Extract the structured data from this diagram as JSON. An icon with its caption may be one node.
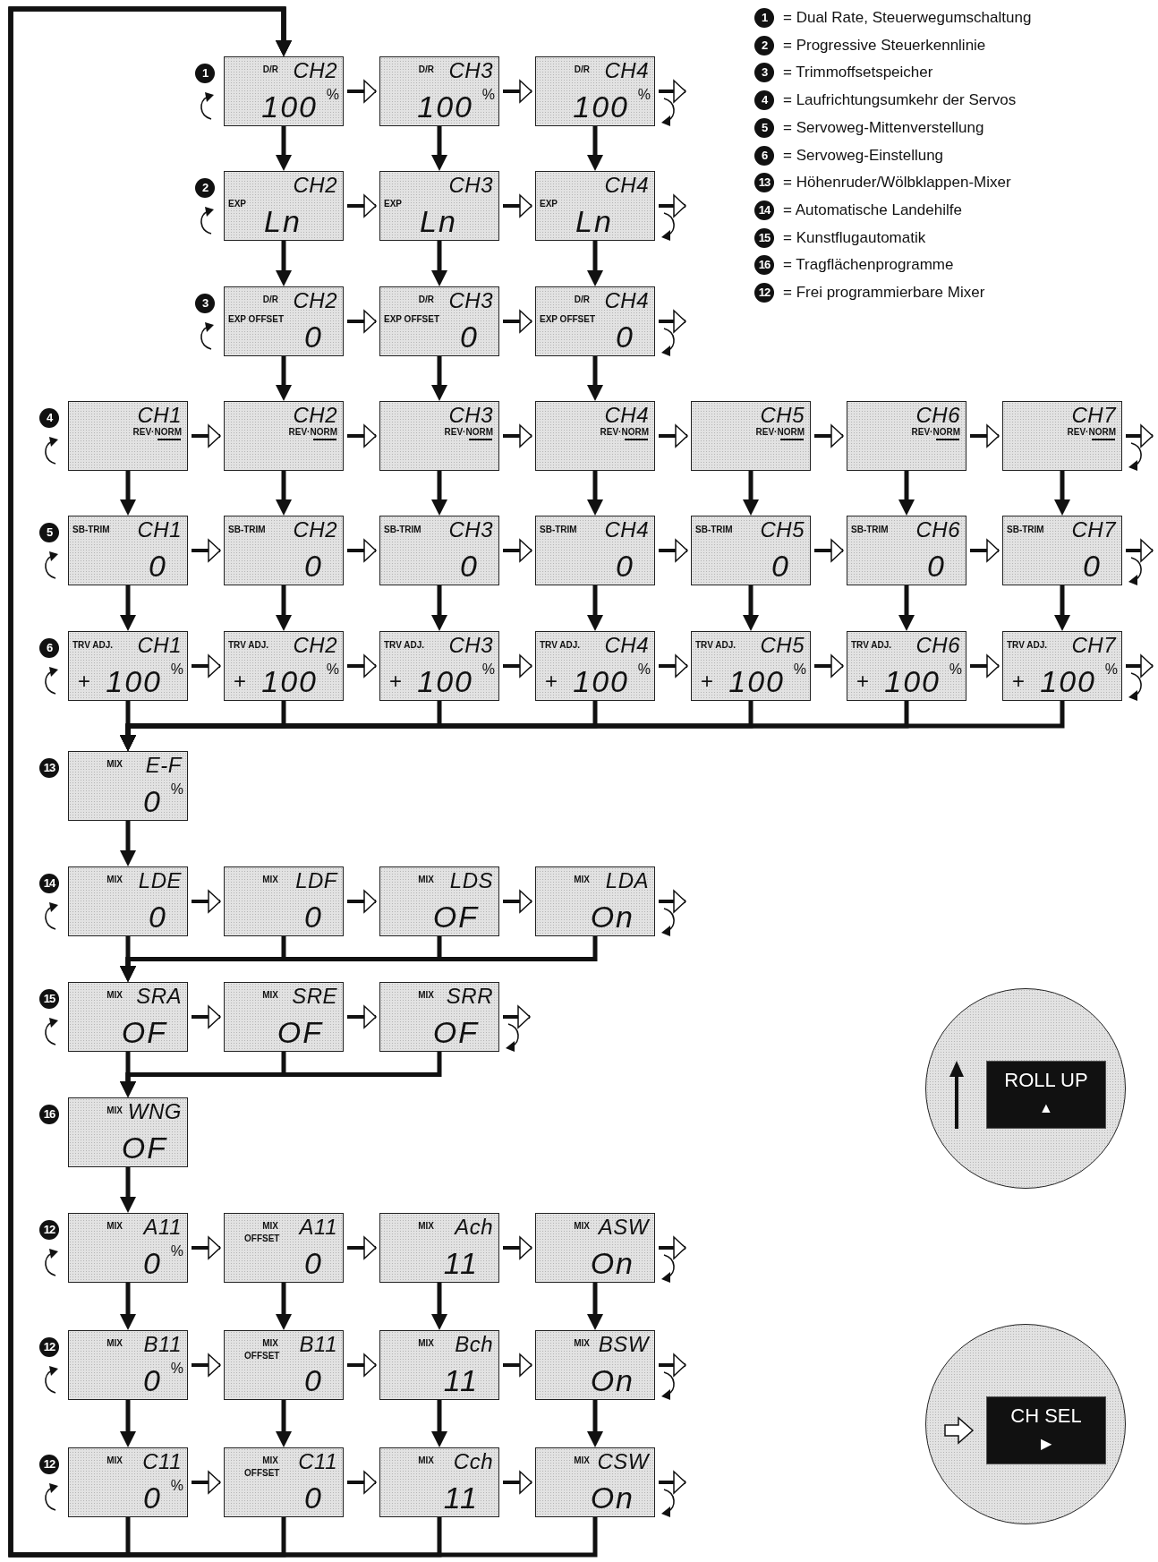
{
  "diagram": {
    "nodes": [
      {
        "text": [
          "D/R",
          "CH2",
          "100",
          "%"
        ]
      },
      {
        "text": [
          "D/R",
          "CH3",
          "100",
          "%"
        ]
      },
      {
        "text": [
          "D/R",
          "CH4",
          "100",
          "%"
        ]
      },
      {
        "text": [
          "CH2",
          "EXP",
          "Ln"
        ]
      },
      {
        "text": [
          "CH3",
          "EXP",
          "Ln"
        ]
      },
      {
        "text": [
          "CH4",
          "EXP",
          "Ln"
        ]
      },
      {
        "text": [
          "D/R",
          "CH2",
          "EXP OFFSET",
          "0"
        ]
      },
      {
        "text": [
          "D/R",
          "CH3",
          "EXP OFFSET",
          "0"
        ]
      },
      {
        "text": [
          "D/R",
          "CH4",
          "EXP OFFSET",
          "0"
        ]
      },
      {
        "text": [
          "CH1",
          "REV·NORM"
        ]
      },
      {
        "text": [
          "CH2",
          "REV·NORM"
        ]
      },
      {
        "text": [
          "CH3",
          "REV·NORM"
        ]
      },
      {
        "text": [
          "CH4",
          "REV·NORM"
        ]
      },
      {
        "text": [
          "CH5",
          "REV·NORM"
        ]
      },
      {
        "text": [
          "CH6",
          "REV·NORM"
        ]
      },
      {
        "text": [
          "CH7",
          "REV·NORM"
        ]
      },
      {
        "text": [
          "SB-TRIM",
          "CH1",
          "0"
        ]
      },
      {
        "text": [
          "SB-TRIM",
          "CH2",
          "0"
        ]
      },
      {
        "text": [
          "SB-TRIM",
          "CH3",
          "0"
        ]
      },
      {
        "text": [
          "SB-TRIM",
          "CH4",
          "0"
        ]
      },
      {
        "text": [
          "SB-TRIM",
          "CH5",
          "0"
        ]
      },
      {
        "text": [
          "SB-TRIM",
          "CH6",
          "0"
        ]
      },
      {
        "text": [
          "SB-TRIM",
          "CH7",
          "0"
        ]
      },
      {
        "text": [
          "TRV ADJ.",
          "CH1",
          "+",
          "100",
          "%"
        ]
      },
      {
        "text": [
          "TRV ADJ.",
          "CH2",
          "+",
          "100",
          "%"
        ]
      },
      {
        "text": [
          "TRV ADJ.",
          "CH3",
          "+",
          "100",
          "%"
        ]
      },
      {
        "text": [
          "TRV ADJ.",
          "CH4",
          "+",
          "100",
          "%"
        ]
      },
      {
        "text": [
          "TRV ADJ.",
          "CH5",
          "+",
          "100",
          "%"
        ]
      },
      {
        "text": [
          "TRV ADJ.",
          "CH6",
          "+",
          "100",
          "%"
        ]
      },
      {
        "text": [
          "TRV ADJ.",
          "CH7",
          "+",
          "100",
          "%"
        ]
      },
      {
        "text": [
          "MIX",
          "E-F",
          "0",
          "%"
        ]
      },
      {
        "text": [
          "MIX",
          "LDE",
          "0"
        ]
      },
      {
        "text": [
          "MIX",
          "LDF",
          "0"
        ]
      },
      {
        "text": [
          "MIX",
          "LDS",
          "OF"
        ]
      },
      {
        "text": [
          "MIX",
          "LDA",
          "On"
        ]
      },
      {
        "text": [
          "MIX",
          "SRA",
          "OF"
        ]
      },
      {
        "text": [
          "MIX",
          "SRE",
          "OF"
        ]
      },
      {
        "text": [
          "MIX",
          "SRR",
          "OF"
        ]
      },
      {
        "text": [
          "MIX",
          "WNG",
          "OF"
        ]
      },
      {
        "text": [
          "MIX",
          "A11",
          "0",
          "%"
        ]
      },
      {
        "text": [
          "MIX",
          "OFFSET",
          "A11",
          "0"
        ]
      },
      {
        "text": [
          "MIX",
          "Ach",
          "11"
        ]
      },
      {
        "text": [
          "MIX",
          "ASW",
          "On"
        ]
      },
      {
        "text": [
          "MIX",
          "B11",
          "0",
          "%"
        ]
      },
      {
        "text": [
          "MIX",
          "OFFSET",
          "B11",
          "0"
        ]
      },
      {
        "text": [
          "MIX",
          "Bch",
          "11"
        ]
      },
      {
        "text": [
          "MIX",
          "BSW",
          "On"
        ]
      },
      {
        "text": [
          "MIX",
          "C11",
          "0",
          "%"
        ]
      },
      {
        "text": [
          "MIX",
          "OFFSET",
          "C11",
          "0"
        ]
      },
      {
        "text": [
          "MIX",
          "Cch",
          "11"
        ]
      },
      {
        "text": [
          "MIX",
          "CSW",
          "On"
        ]
      },
      {
        "text": [
          "ROLL UP",
          "▲"
        ]
      },
      {
        "text": [
          "CH SEL",
          "▶"
        ]
      }
    ],
    "edges": [
      {
        "from": 0,
        "to": 1,
        "arrow": "to"
      },
      {
        "from": 1,
        "to": 2,
        "arrow": "to"
      },
      {
        "from": 2,
        "to": null,
        "arrow": "to"
      },
      {
        "from": 3,
        "to": 4,
        "arrow": "to"
      },
      {
        "from": 4,
        "to": 5,
        "arrow": "to"
      },
      {
        "from": 5,
        "to": null,
        "arrow": "to"
      },
      {
        "from": 6,
        "to": 7,
        "arrow": "to"
      },
      {
        "from": 7,
        "to": 8,
        "arrow": "to"
      },
      {
        "from": 8,
        "to": null,
        "arrow": "to"
      },
      {
        "from": 9,
        "to": 10,
        "arrow": "to"
      },
      {
        "from": 10,
        "to": 11,
        "arrow": "to"
      },
      {
        "from": 11,
        "to": 12,
        "arrow": "to"
      },
      {
        "from": 12,
        "to": 13,
        "arrow": "to"
      },
      {
        "from": 13,
        "to": 14,
        "arrow": "to"
      },
      {
        "from": 14,
        "to": 15,
        "arrow": "to"
      },
      {
        "from": 15,
        "to": null,
        "arrow": "to"
      },
      {
        "from": 16,
        "to": 17,
        "arrow": "to"
      },
      {
        "from": 17,
        "to": 18,
        "arrow": "to"
      },
      {
        "from": 18,
        "to": 19,
        "arrow": "to"
      },
      {
        "from": 19,
        "to": 20,
        "arrow": "to"
      },
      {
        "from": 20,
        "to": 21,
        "arrow": "to"
      },
      {
        "from": 21,
        "to": 22,
        "arrow": "to"
      },
      {
        "from": 22,
        "to": null,
        "arrow": "to"
      },
      {
        "from": 23,
        "to": 24,
        "arrow": "to"
      },
      {
        "from": 24,
        "to": 25,
        "arrow": "to"
      },
      {
        "from": 25,
        "to": 26,
        "arrow": "to"
      },
      {
        "from": 26,
        "to": 27,
        "arrow": "to"
      },
      {
        "from": 27,
        "to": 28,
        "arrow": "to"
      },
      {
        "from": 28,
        "to": 29,
        "arrow": "to"
      },
      {
        "from": 29,
        "to": null,
        "arrow": "to"
      },
      {
        "from": 31,
        "to": 32,
        "arrow": "to"
      },
      {
        "from": 32,
        "to": 33,
        "arrow": "to"
      },
      {
        "from": 33,
        "to": 34,
        "arrow": "to"
      },
      {
        "from": 34,
        "to": null,
        "arrow": "to"
      },
      {
        "from": 35,
        "to": 36,
        "arrow": "to"
      },
      {
        "from": 36,
        "to": 37,
        "arrow": "to"
      },
      {
        "from": 37,
        "to": null,
        "arrow": "to"
      },
      {
        "from": 39,
        "to": 40,
        "arrow": "to"
      },
      {
        "from": 40,
        "to": 41,
        "arrow": "to"
      },
      {
        "from": 41,
        "to": 42,
        "arrow": "to"
      },
      {
        "from": 42,
        "to": null,
        "arrow": "to"
      },
      {
        "from": 43,
        "to": 44,
        "arrow": "to"
      },
      {
        "from": 44,
        "to": 45,
        "arrow": "to"
      },
      {
        "from": 45,
        "to": 46,
        "arrow": "to"
      },
      {
        "from": 46,
        "to": null,
        "arrow": "to"
      },
      {
        "from": 47,
        "to": 48,
        "arrow": "to"
      },
      {
        "from": 48,
        "to": 49,
        "arrow": "to"
      },
      {
        "from": 49,
        "to": 50,
        "arrow": "to"
      },
      {
        "from": 50,
        "to": null,
        "arrow": "to"
      },
      {
        "from": 0,
        "to": 3,
        "arrow": "to"
      },
      {
        "from": 1,
        "to": 4,
        "arrow": "to"
      },
      {
        "from": 2,
        "to": 5,
        "arrow": "to"
      },
      {
        "from": 3,
        "to": 6,
        "arrow": "to"
      },
      {
        "from": 4,
        "to": 7,
        "arrow": "to"
      },
      {
        "from": 5,
        "to": 8,
        "arrow": "to"
      },
      {
        "from": 6,
        "to": 10,
        "arrow": "to"
      },
      {
        "from": 7,
        "to": 11,
        "arrow": "to"
      },
      {
        "from": 8,
        "to": 12,
        "arrow": "to"
      },
      {
        "from": 9,
        "to": 16,
        "arrow": "to"
      },
      {
        "from": 10,
        "to": 17,
        "arrow": "to"
      },
      {
        "from": 11,
        "to": 18,
        "arrow": "to"
      },
      {
        "from": 12,
        "to": 19,
        "arrow": "to"
      },
      {
        "from": 13,
        "to": 20,
        "arrow": "to"
      },
      {
        "from": 14,
        "to": 21,
        "arrow": "to"
      },
      {
        "from": 15,
        "to": 22,
        "arrow": "to"
      },
      {
        "from": 16,
        "to": 23,
        "arrow": "to"
      },
      {
        "from": 17,
        "to": 24,
        "arrow": "to"
      },
      {
        "from": 18,
        "to": 25,
        "arrow": "to"
      },
      {
        "from": 19,
        "to": 26,
        "arrow": "to"
      },
      {
        "from": 20,
        "to": 27,
        "arrow": "to"
      },
      {
        "from": 21,
        "to": 28,
        "arrow": "to"
      },
      {
        "from": 22,
        "to": 29,
        "arrow": "to"
      },
      {
        "from": 23,
        "to": 30,
        "arrow": "to"
      },
      {
        "from": 24,
        "to": 30,
        "arrow": "to"
      },
      {
        "from": 25,
        "to": 30,
        "arrow": "to"
      },
      {
        "from": 26,
        "to": 30,
        "arrow": "to"
      },
      {
        "from": 27,
        "to": 30,
        "arrow": "to"
      },
      {
        "from": 28,
        "to": 30,
        "arrow": "to"
      },
      {
        "from": 29,
        "to": 30,
        "arrow": "to"
      },
      {
        "from": 30,
        "to": 31,
        "arrow": "to"
      },
      {
        "from": 31,
        "to": 35,
        "arrow": "to"
      },
      {
        "from": 32,
        "to": 35,
        "arrow": "to"
      },
      {
        "from": 33,
        "to": 35,
        "arrow": "to"
      },
      {
        "from": 34,
        "to": 35,
        "arrow": "to"
      },
      {
        "from": 35,
        "to": 38,
        "arrow": "to"
      },
      {
        "from": 36,
        "to": 38,
        "arrow": "to"
      },
      {
        "from": 37,
        "to": 38,
        "arrow": "to"
      },
      {
        "from": 38,
        "to": 39,
        "arrow": "to"
      },
      {
        "from": 39,
        "to": 43,
        "arrow": "to"
      },
      {
        "from": 40,
        "to": 44,
        "arrow": "to"
      },
      {
        "from": 41,
        "to": 45,
        "arrow": "to"
      },
      {
        "from": 42,
        "to": 46,
        "arrow": "to"
      },
      {
        "from": 43,
        "to": 47,
        "arrow": "to"
      },
      {
        "from": 44,
        "to": 48,
        "arrow": "to"
      },
      {
        "from": 45,
        "to": 49,
        "arrow": "to"
      },
      {
        "from": 46,
        "to": 50,
        "arrow": "to"
      },
      {
        "from": 47,
        "to": 0,
        "arrow": "to"
      },
      {
        "from": 48,
        "to": 0,
        "arrow": "to"
      },
      {
        "from": 49,
        "to": 0,
        "arrow": "to"
      },
      {
        "from": 50,
        "to": 0,
        "arrow": "to"
      }
    ],
    "labels": [
      "1",
      "= Dual Rate, Steuerwegumschaltung",
      "2",
      "= Progressive Steuerkennlinie",
      "3",
      "= Trimmoffsetspeicher",
      "4",
      "= Laufrichtungsumkehr der Servos",
      "5",
      "= Servoweg-Mittenverstellung",
      "6",
      "= Servoweg-Einstellung",
      "13",
      "= Höhenruder/Wölbklappen-Mixer",
      "14",
      "= Automatische Landehilfe",
      "15",
      "= Kunstflugautomatik",
      "16",
      "= Tragflächenprogramme",
      "12",
      "= Frei programmierbare Mixer",
      "1",
      "2",
      "3",
      "4",
      "5",
      "6",
      "13",
      "14",
      "15",
      "16",
      "12",
      "12",
      "12"
    ]
  }
}
